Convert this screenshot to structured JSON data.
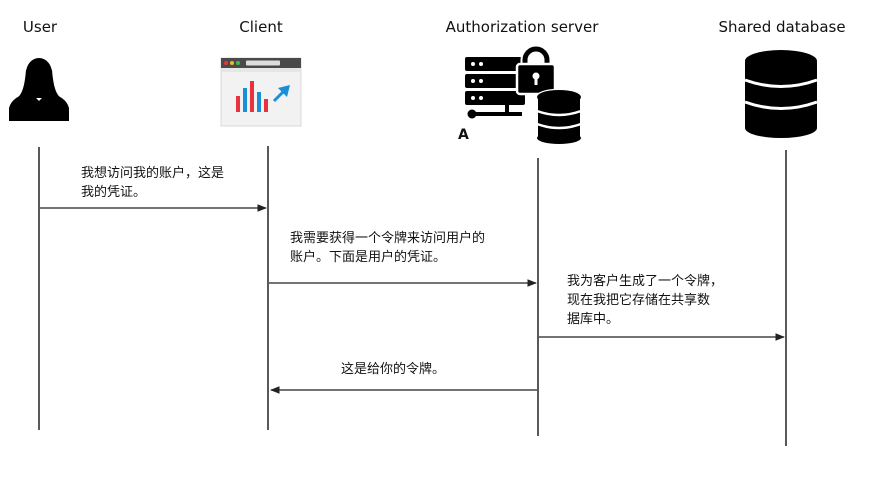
{
  "actors": {
    "user": "User",
    "client": "Client",
    "auth_server": "Authorization server",
    "database": "Shared database"
  },
  "auth_server_mark": "A",
  "messages": {
    "m1": {
      "line1": "我想访问我的账户，这是",
      "line2": "我的凭证。"
    },
    "m2": {
      "line1": "我需要获得一个令牌来访问用户的",
      "line2": "账户。下面是用户的凭证。"
    },
    "m3": {
      "line1": "我为客户生成了一个令牌，",
      "line2": "现在我把它存储在共享数",
      "line3": "据库中。"
    },
    "m4": {
      "line1": "这是给你的令牌。"
    }
  },
  "icons": {
    "user": "person-silhouette-icon",
    "client": "browser-chart-icon",
    "auth_server": "server-lock-database-icon",
    "database": "database-stack-icon"
  },
  "colors": {
    "stroke": "#222222",
    "icon": "#000000",
    "bar_red": "#e8323c",
    "bar_blue": "#1a8fd8"
  }
}
